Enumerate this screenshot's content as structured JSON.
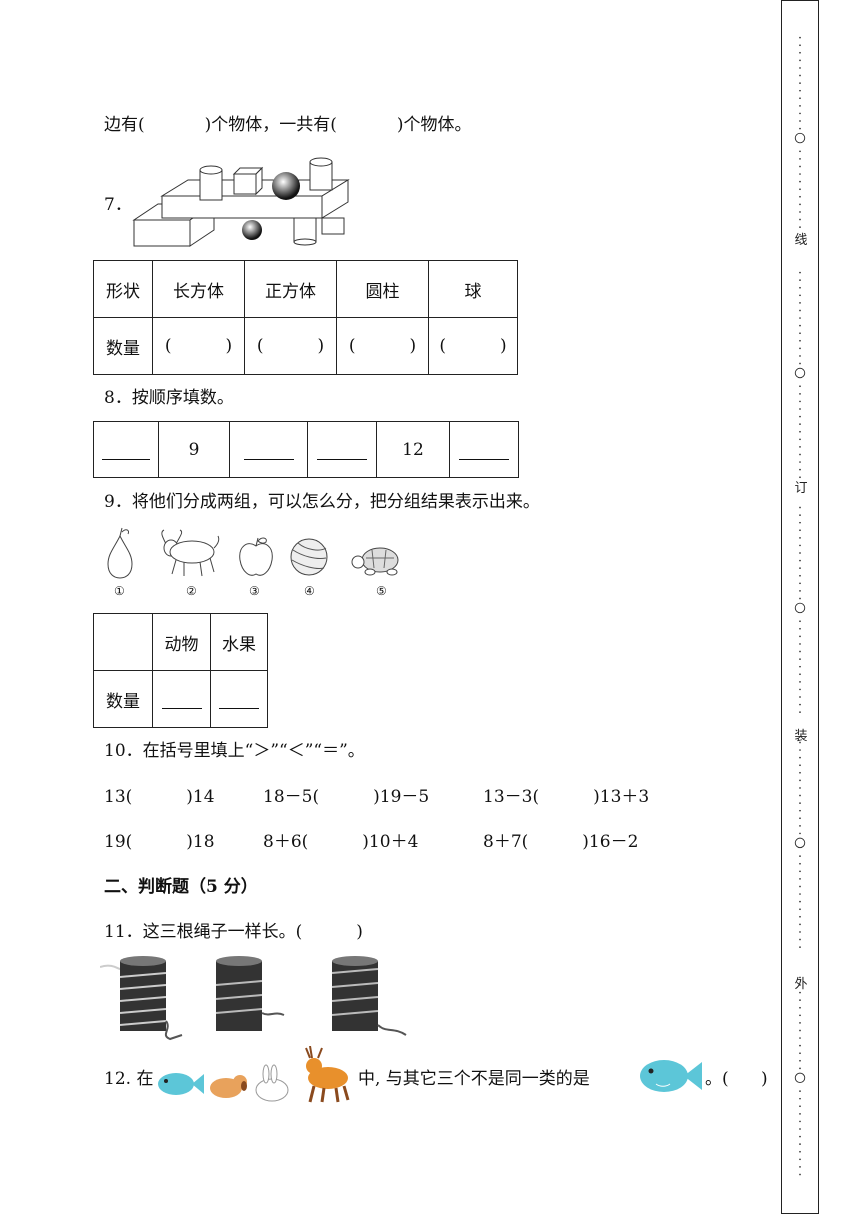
{
  "q6_tail": {
    "a": "边有(",
    "b": ")个物体，一共有(",
    "c": ")个物体。"
  },
  "q7": {
    "num": "7．",
    "table": {
      "headers": [
        "形状",
        "长方体",
        "正方体",
        "圆柱",
        "球"
      ],
      "row_label": "数量",
      "cell": "(          )"
    }
  },
  "q8": {
    "title": "8．按顺序填数。",
    "cells": [
      "",
      "9",
      "",
      "",
      "12",
      ""
    ]
  },
  "q9": {
    "title": "9．将他们分成两组，可以怎么分，把分组结果表示出来。",
    "labels": [
      "①",
      "②",
      "③",
      "④",
      "⑤"
    ],
    "table": {
      "h1": "动物",
      "h2": "水果",
      "row_label": "数量"
    }
  },
  "q10": {
    "title": "10．在括号里填上“＞”“＜”“＝”。",
    "row1": [
      "13(          )14",
      "18－5(          )19－5",
      "13－3(          )13＋3"
    ],
    "row2": [
      "19(          )18",
      "8＋6(          )10＋4",
      "8＋7(          )16－2"
    ]
  },
  "section2": "二、判断题（5 分）",
  "q11": {
    "text": "11．这三根绳子一样长。(          )"
  },
  "q12": {
    "a": "12. 在",
    "b": "中, 与其它三个不是同一类的是",
    "c": "。(      )"
  },
  "binding": {
    "labels": [
      "线",
      "订",
      "装",
      "外"
    ]
  }
}
